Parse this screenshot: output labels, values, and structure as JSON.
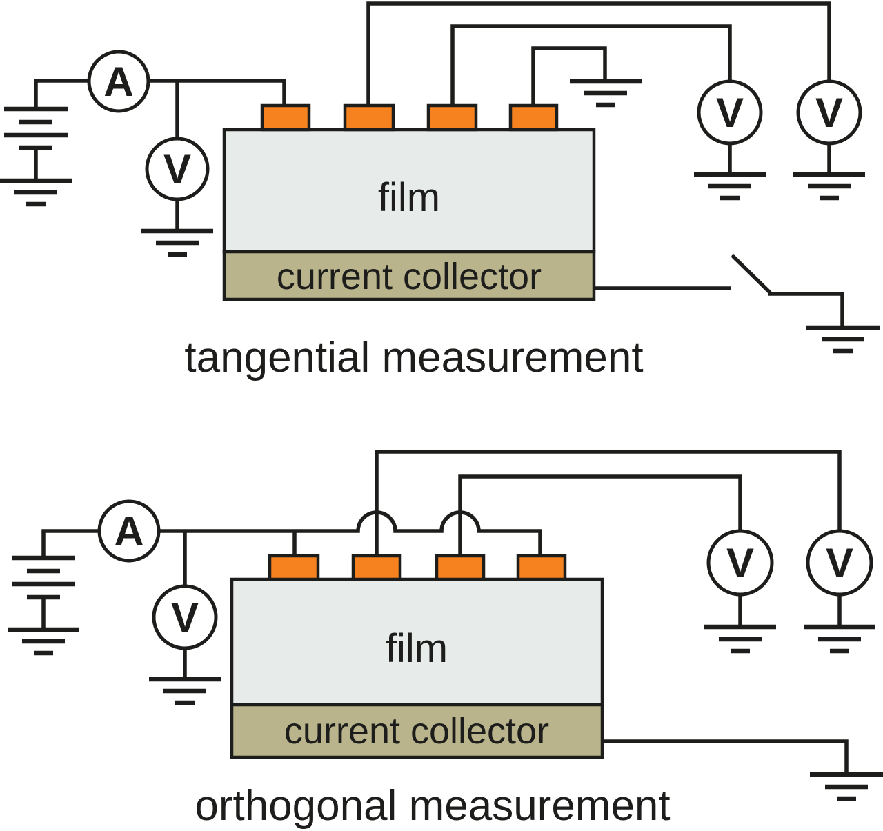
{
  "figure": {
    "type": "circuit-schematic",
    "background": "#ffffff",
    "colors": {
      "wire": "#1d1d1b",
      "electrode": "#f6821f",
      "film": "#e7ebea",
      "current_collector": "#b9b48c",
      "meter_fill": "#ffffff"
    },
    "panels": [
      {
        "id": "tangential",
        "caption": "tangential measurement",
        "film_label": "film",
        "collector_label": "current collector",
        "ammeter": "A",
        "voltmeters": [
          "V",
          "V",
          "V"
        ],
        "symbols": [
          "battery",
          "ground",
          "ammeter",
          "voltmeter",
          "electrodes",
          "switch"
        ]
      },
      {
        "id": "orthogonal",
        "caption": "orthogonal measurement",
        "film_label": "film",
        "collector_label": "current collector",
        "ammeter": "A",
        "voltmeters": [
          "V",
          "V",
          "V"
        ],
        "symbols": [
          "battery",
          "ground",
          "ammeter",
          "voltmeter",
          "electrodes",
          "wire-hops"
        ]
      }
    ]
  }
}
